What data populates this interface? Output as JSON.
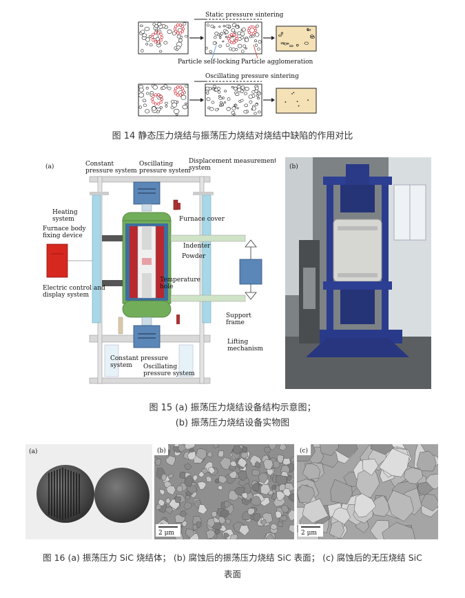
{
  "fig14": {
    "label_static": "Static pressure sintering",
    "label_self_locking": "Particle self-locking",
    "label_agglomeration": "Particle agglomeration",
    "label_oscillating": "Oscillating pressure sintering",
    "caption": "图 14 静态压力烧结与振荡压力烧结对烧结中缺陷的作用对比"
  },
  "fig15": {
    "panel_a": "(a)",
    "panel_b": "(b)",
    "labels": {
      "constant_top": [
        "Constant",
        "pressure system"
      ],
      "oscillating_top": [
        "Oscillating",
        "pressure system"
      ],
      "displacement": [
        "Displacement measurement",
        "system"
      ],
      "heating": [
        "Heating",
        "system"
      ],
      "furnace_cover": "Furnace cover",
      "furnace_body": [
        "Furnace body",
        "fixing device"
      ],
      "indenter": "Indenter",
      "powder": "Powder",
      "temperature": [
        "Temperature",
        "hole"
      ],
      "electric": [
        "Electric control and",
        "display system"
      ],
      "support": [
        "Support",
        "frame"
      ],
      "lifting": [
        "Lifting",
        "mechanism"
      ],
      "constant_bottom": [
        "Constant pressure",
        "system"
      ],
      "oscillating_bottom": [
        "Oscillating",
        "pressure system"
      ]
    },
    "caption_line1": "图 15 (a) 振荡压力烧结设备结构示意图；",
    "caption_line2": "(b) 振荡压力烧结设备实物图"
  },
  "fig16": {
    "panel_a": "(a)",
    "panel_b": "(b)",
    "panel_c": "(c)",
    "scale_b": "2 μm",
    "scale_c": "2 μm",
    "caption_line1": "图 16 (a) 振荡压力 SiC 烧结体； (b) 腐蚀后的振荡压力烧结 SiC 表面； (c) 腐蚀后的无压烧结 SiC",
    "caption_line2": "表面"
  }
}
